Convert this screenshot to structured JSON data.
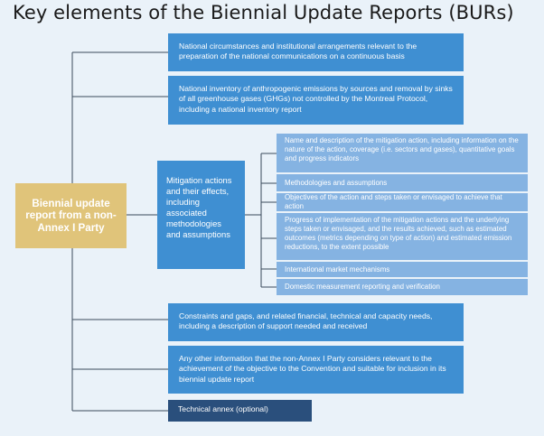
{
  "title": "Key elements of the Biennial Update Reports (BURs)",
  "root": "Biennial update report from a non-Annex I Party",
  "items": {
    "national_circumstances": "National circumstances and institutional arrangements relevant to the preparation of the national communications on a continuous basis",
    "national_inventory": "National inventory of anthropogenic emissions by sources and removal by sinks of all greenhouse gases (GHGs) not controlled by the Montreal Protocol, including a national inventory report",
    "mitigation": "Mitigation actions and their effects, including associated methodologies and assumptions",
    "constraints": "Constraints and gaps, and related financial, technical and capacity needs, including a description of support needed and received",
    "other_info": "Any other information that the non-Annex I Party considers relevant to the achievement of the objective to the Convention and suitable for inclusion in its biennial update report",
    "technical_annex": "Technical annex (optional)"
  },
  "mitigation_subitems": [
    "Name and description of the mitigation action, including information on the nature of the action, coverage (i.e. sectors and gases), quantitative goals and progress indicators",
    "Methodologies and assumptions",
    "Objectives of the action and steps taken or envisaged to achieve that action",
    "Progress of implementation of the mitigation actions and the underlying steps taken or envisaged, and the results achieved, such as estimated outcomes (metrics depending on type of action) and estimated emission reductions, to the extent possible",
    "International market mechanisms",
    "Domestic measurement reporting and verification"
  ],
  "colors": {
    "background": "#eaf2f9",
    "primary_box": "#3f8fd2",
    "sub_box": "#85b3e2",
    "root_box": "#e0c47a",
    "annex_box": "#2a4f7c",
    "connector": "#3a4a5c"
  }
}
